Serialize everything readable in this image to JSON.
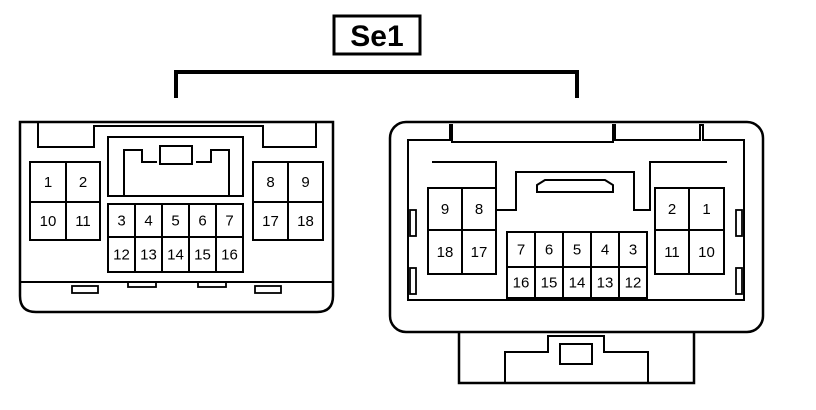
{
  "title": "Se1",
  "connectors": [
    {
      "side": "left",
      "pins": [
        "1",
        "2",
        "10",
        "11",
        "3",
        "4",
        "5",
        "6",
        "7",
        "12",
        "13",
        "14",
        "15",
        "16",
        "8",
        "9",
        "17",
        "18"
      ]
    },
    {
      "side": "right",
      "pins": [
        "9",
        "8",
        "18",
        "17",
        "7",
        "6",
        "5",
        "4",
        "3",
        "16",
        "15",
        "14",
        "13",
        "12",
        "2",
        "1",
        "11",
        "10"
      ]
    }
  ]
}
